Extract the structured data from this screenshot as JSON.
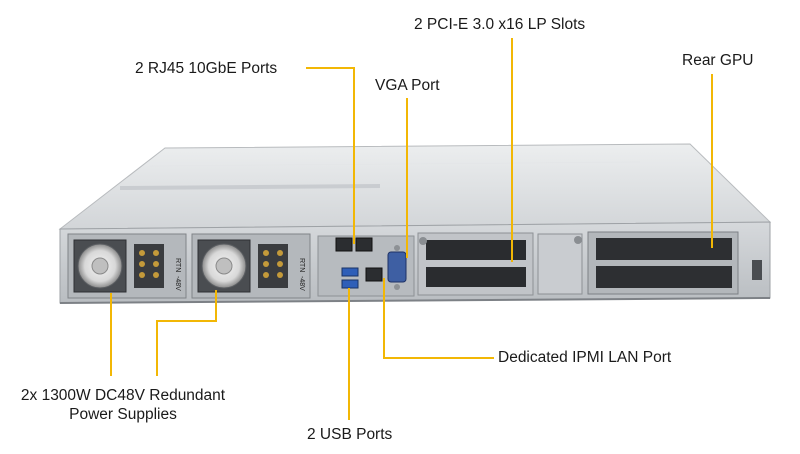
{
  "callouts": {
    "pcie": "2 PCI-E 3.0 x16 LP Slots",
    "rj45": "2 RJ45 10GbE Ports",
    "vga": "VGA Port",
    "rear_gpu": "Rear GPU",
    "ipmi": "Dedicated IPMI  LAN Port",
    "psu_line1": "2x 1300W DC48V Redundant",
    "psu_line2": "Power Supplies",
    "usb": "2 USB Ports"
  },
  "psu_labels": {
    "rtn": "RTN",
    "neg_48v": "-48V"
  },
  "colors": {
    "leader_line": "#f2b705",
    "chassis_top": "#d9dbdd",
    "chassis_face": "#c4c7ca",
    "port_metal": "#a9adb1"
  }
}
